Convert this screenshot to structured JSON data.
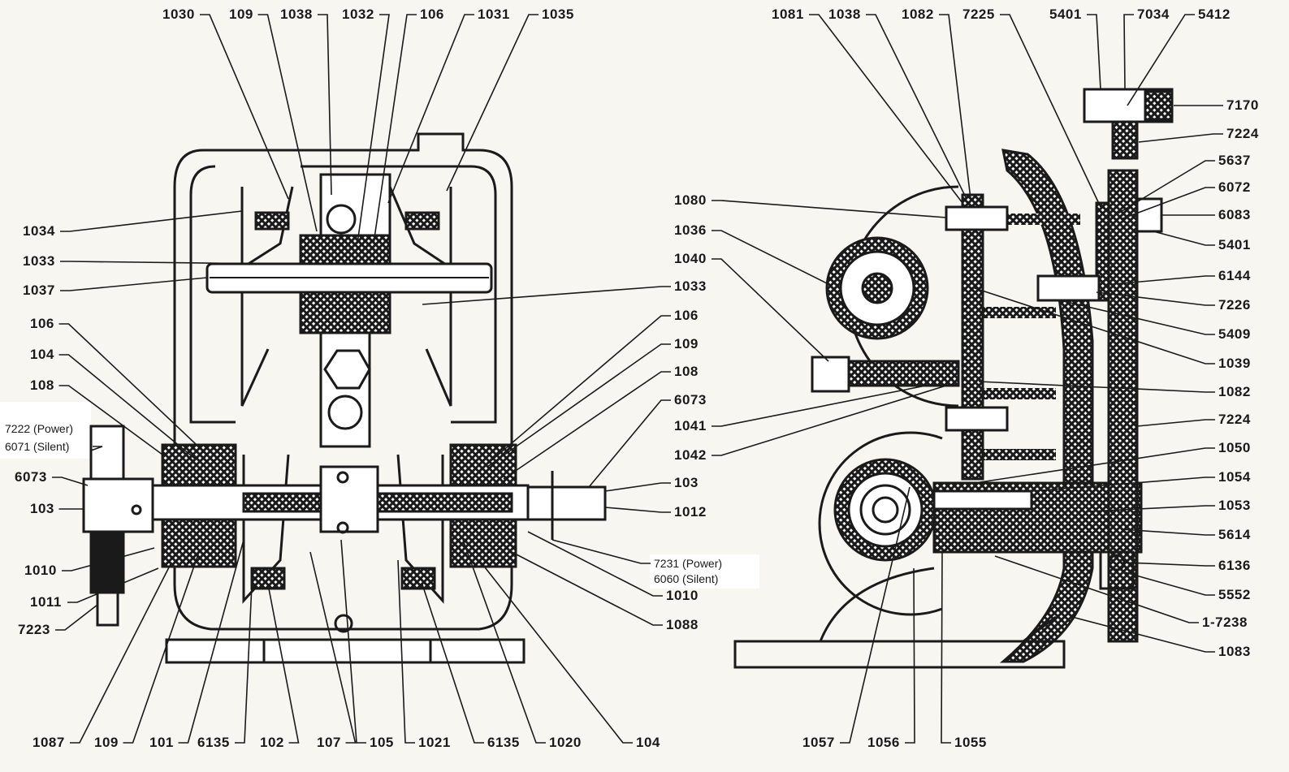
{
  "left_view": {
    "top_labels": [
      "1030",
      "109",
      "1038",
      "1032",
      "106",
      "1031",
      "1035"
    ],
    "left_labels": [
      "1034",
      "1033",
      "1037",
      "106",
      "104",
      "108",
      "7222 (Power)",
      "6071 (Silent)",
      "6073",
      "103",
      "1010",
      "1011",
      "7223"
    ],
    "right_labels": [
      "1033",
      "106",
      "109",
      "108",
      "6073",
      "103",
      "1012",
      "7231 (Power)",
      "6060  (Silent)",
      "1010",
      "1088"
    ],
    "bottom_labels": [
      "1087",
      "109",
      "101",
      "6135",
      "102",
      "107",
      "105",
      "1021",
      "6135",
      "1020",
      "104"
    ]
  },
  "right_view": {
    "top_labels": [
      "1081",
      "1038",
      "1082",
      "7225",
      "5401",
      "7034",
      "5412"
    ],
    "left_labels": [
      "1080",
      "1036",
      "1040",
      "1041",
      "1042"
    ],
    "right_labels": [
      "7170",
      "7224",
      "5637",
      "6072",
      "6083",
      "5401",
      "6144",
      "7226",
      "5409",
      "1039",
      "1082",
      "7224",
      "1050",
      "1054",
      "1053",
      "5614",
      "6136",
      "5552",
      "1-7238",
      "1083"
    ],
    "bottom_labels": [
      "1057",
      "1056",
      "1055"
    ]
  },
  "colors": {
    "paper": "#f7f6f1",
    "ink": "#1a1a1a"
  }
}
